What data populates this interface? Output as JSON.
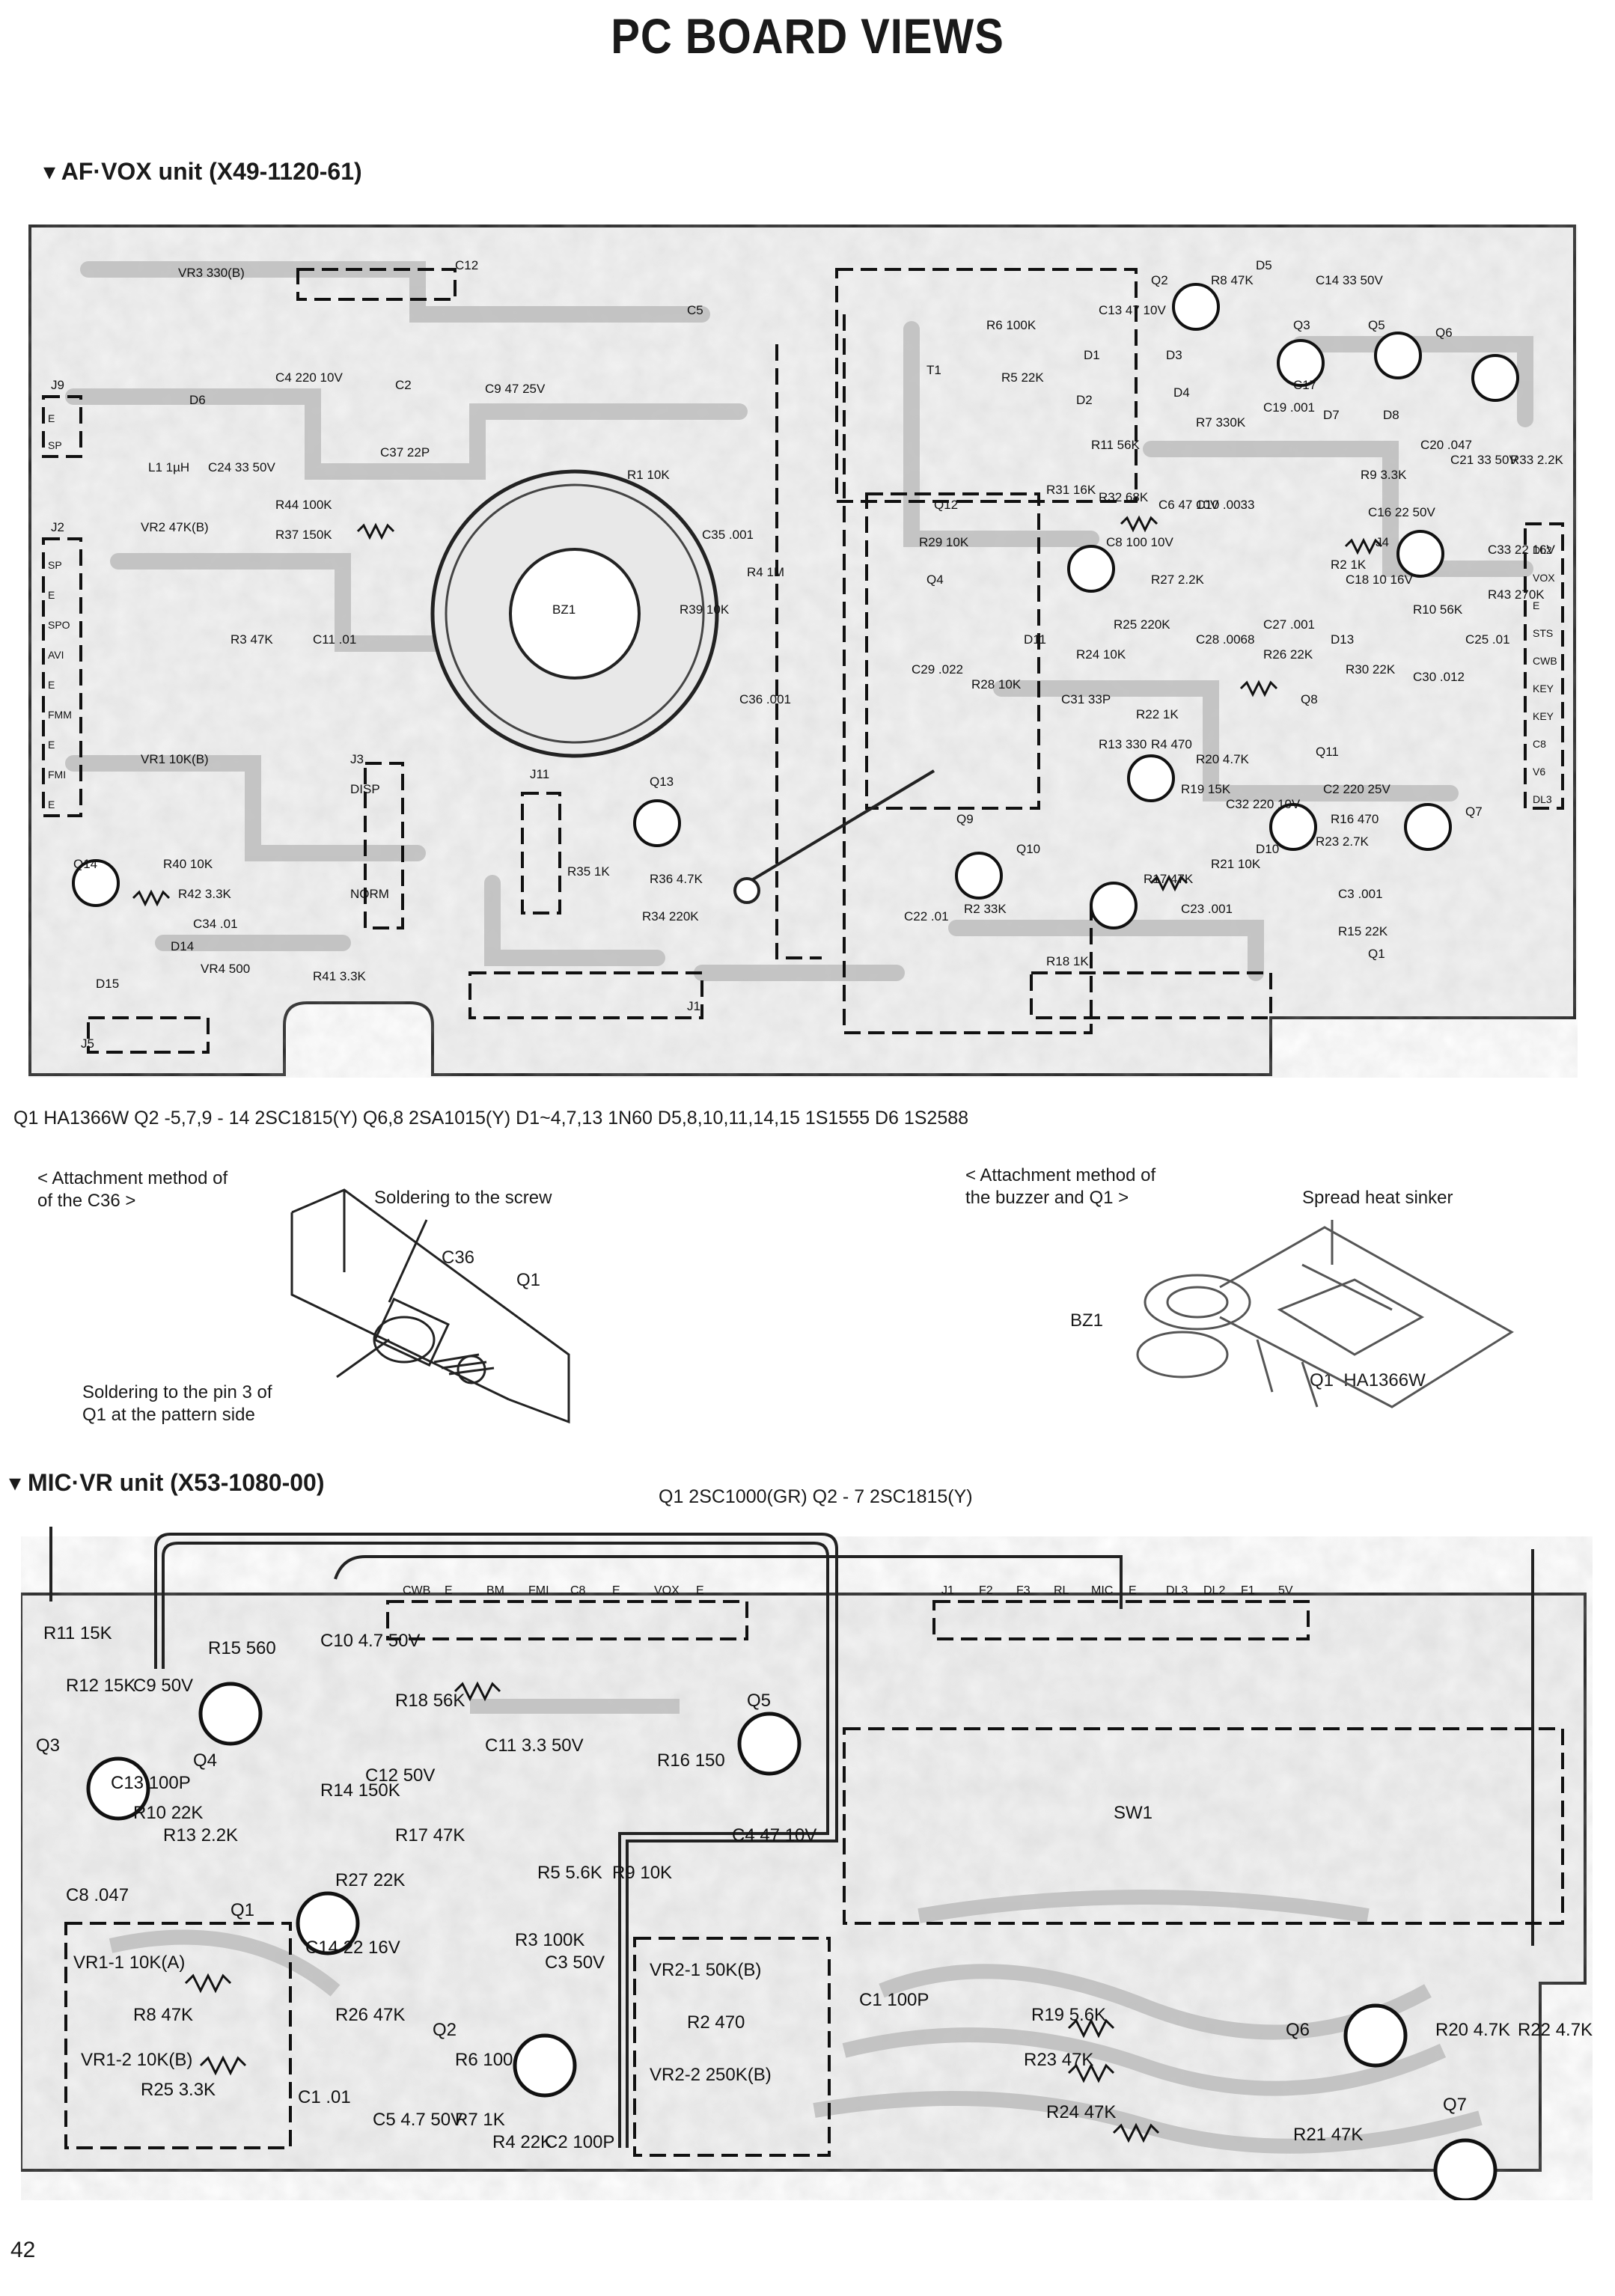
{
  "page_title": "PC BOARD VIEWS",
  "page_number": "42",
  "af_vox": {
    "heading": "▾ AF·VOX unit (X49-1120-61)",
    "parts_legend": "Q1 HA1366W   Q2 -5,7,9 - 14 2SC1815(Y)   Q6,8 2SA1015(Y)   D1~4,7,13 1N60   D5,8,10,11,14,15 1S1555   D6 1S2588",
    "attach_c36": {
      "title": "< Attachment method of\nof the C36 >",
      "solder_screw": "Soldering to the screw",
      "c36_label": "C36",
      "q1_label": "Q1",
      "solder_pin": "Soldering to the pin 3 of\nQ1 at the pattern side"
    },
    "attach_buzzer": {
      "title": "< Attachment method of\nthe buzzer and Q1 >",
      "heat_sinker": "Spread heat sinker",
      "bz1_label": "BZ1",
      "q1_label": "Q1  HA1366W"
    },
    "board_labels": [
      {
        "t": "VR3 330(B)"
      },
      {
        "t": "C4 220 10V"
      },
      {
        "t": "C2"
      },
      {
        "t": "C9 47 25V"
      },
      {
        "t": "C5"
      },
      {
        "t": "C12"
      },
      {
        "t": "J9"
      },
      {
        "t": "D6"
      },
      {
        "t": "C24 33 50V"
      },
      {
        "t": "L1 1µH"
      },
      {
        "t": "C37 22P"
      },
      {
        "t": "R44 100K"
      },
      {
        "t": "R37 150K"
      },
      {
        "t": "R1 10K"
      },
      {
        "t": "J2"
      },
      {
        "t": "VR2 47K(B)"
      },
      {
        "t": "R3 47K"
      },
      {
        "t": "C11 .01"
      },
      {
        "t": "VR1 10K(B)"
      },
      {
        "t": "BZ1"
      },
      {
        "t": "C35 .001"
      },
      {
        "t": "R4 1M"
      },
      {
        "t": "C36 .001"
      },
      {
        "t": "R39 10K"
      },
      {
        "t": "J3"
      },
      {
        "t": "DISP"
      },
      {
        "t": "NORM"
      },
      {
        "t": "J11"
      },
      {
        "t": "Q13"
      },
      {
        "t": "R35 1K"
      },
      {
        "t": "R36 4.7K"
      },
      {
        "t": "R34 220K"
      },
      {
        "t": "Q14"
      },
      {
        "t": "R40 10K"
      },
      {
        "t": "R42 3.3K"
      },
      {
        "t": "C34 .01"
      },
      {
        "t": "D14"
      },
      {
        "t": "VR4 500"
      },
      {
        "t": "D15"
      },
      {
        "t": "R41 3.3K"
      },
      {
        "t": "J1"
      },
      {
        "t": "J5"
      },
      {
        "t": "T1"
      },
      {
        "t": "R6 100K"
      },
      {
        "t": "R5 22K"
      },
      {
        "t": "C13 47 10V"
      },
      {
        "t": "Q2"
      },
      {
        "t": "R8 47K"
      },
      {
        "t": "D5"
      },
      {
        "t": "C14 33 50V"
      },
      {
        "t": "Q3"
      },
      {
        "t": "Q5"
      },
      {
        "t": "Q6"
      },
      {
        "t": "D1"
      },
      {
        "t": "D2"
      },
      {
        "t": "D3"
      },
      {
        "t": "D4"
      },
      {
        "t": "R7 330K"
      },
      {
        "t": "C19 .001"
      },
      {
        "t": "C17"
      },
      {
        "t": "D7"
      },
      {
        "t": "D8"
      },
      {
        "t": "C20 .047"
      },
      {
        "t": "C21 33 50V"
      },
      {
        "t": "R33 2.2K"
      },
      {
        "t": "R11 56K"
      },
      {
        "t": "R9 3.3K"
      },
      {
        "t": "C16 22 50V"
      },
      {
        "t": "J4"
      },
      {
        "t": "C33 22 16V"
      },
      {
        "t": "R43 270K"
      },
      {
        "t": "R31 16K"
      },
      {
        "t": "R32 68K"
      },
      {
        "t": "C6 47 10V"
      },
      {
        "t": "C10 .0033"
      },
      {
        "t": "Q12"
      },
      {
        "t": "R29 10K"
      },
      {
        "t": "C8 100 10V"
      },
      {
        "t": "Q4"
      },
      {
        "t": "R2 1K"
      },
      {
        "t": "C18 10 16V"
      },
      {
        "t": "R10 56K"
      },
      {
        "t": "C25 .01"
      },
      {
        "t": "R27 2.2K"
      },
      {
        "t": "R25 220K"
      },
      {
        "t": "C28 .0068"
      },
      {
        "t": "C27 .001"
      },
      {
        "t": "R26 22K"
      },
      {
        "t": "D13"
      },
      {
        "t": "R30 22K"
      },
      {
        "t": "C30 .012"
      },
      {
        "t": "C29 .022"
      },
      {
        "t": "R28 10K"
      },
      {
        "t": "D11"
      },
      {
        "t": "R24 10K"
      },
      {
        "t": "C31 33P"
      },
      {
        "t": "R22 1K"
      },
      {
        "t": "R4 470"
      },
      {
        "t": "Q8"
      },
      {
        "t": "R13 330"
      },
      {
        "t": "R20 4.7K"
      },
      {
        "t": "R19 15K"
      },
      {
        "t": "C32 220 10V"
      },
      {
        "t": "C2 220 25V"
      },
      {
        "t": "Q11"
      },
      {
        "t": "Q9"
      },
      {
        "t": "Q10"
      },
      {
        "t": "R16 470"
      },
      {
        "t": "Q7"
      },
      {
        "t": "R17 47K"
      },
      {
        "t": "R21 10K"
      },
      {
        "t": "D10"
      },
      {
        "t": "R23 2.7K"
      },
      {
        "t": "C3 .001"
      },
      {
        "t": "C22 .01"
      },
      {
        "t": "R2 33K"
      },
      {
        "t": "C23 .001"
      },
      {
        "t": "R15 22K"
      },
      {
        "t": "R18 1K"
      },
      {
        "t": "Q1"
      }
    ],
    "j2_pins": [
      "SP",
      "E",
      "SPO",
      "AVI",
      "E",
      "FMM",
      "E",
      "FMI",
      "E"
    ],
    "j4_pins": [
      "DL2",
      "VOX",
      "E",
      "STS",
      "CWB",
      "KEY",
      "KEY",
      "C8",
      "V6",
      "DL3"
    ],
    "j9_pins": [
      "E",
      "SP"
    ]
  },
  "mic_vr": {
    "heading": "▾ MIC·VR unit (X53-1080-00)",
    "parts_legend": "Q1 2SC1000(GR)   Q2 - 7 2SC1815(Y)",
    "connector_pins": [
      "CWB",
      "E",
      "BM",
      "FMI",
      "C8",
      "E",
      "VOX",
      "E"
    ],
    "j1_pins": [
      "J1",
      "F2",
      "F3",
      "RL",
      "MIC",
      "E",
      "DL3",
      "DL2",
      "F1",
      "5V"
    ],
    "labels": [
      {
        "t": "R11 15K"
      },
      {
        "t": "R12 15K"
      },
      {
        "t": "C9 50V"
      },
      {
        "t": "R15 560"
      },
      {
        "t": "C10 4.7 50V"
      },
      {
        "t": "Q3"
      },
      {
        "t": "C13 100P"
      },
      {
        "t": "R10 22K"
      },
      {
        "t": "Q4"
      },
      {
        "t": "R13 2.2K"
      },
      {
        "t": "R18 56K"
      },
      {
        "t": "C11 3.3 50V"
      },
      {
        "t": "Q5"
      },
      {
        "t": "R16 150"
      },
      {
        "t": "R14 150K"
      },
      {
        "t": "C12 50V"
      },
      {
        "t": "R17 47K"
      },
      {
        "t": "C4 47 10V"
      },
      {
        "t": "C8 .047"
      },
      {
        "t": "Q1"
      },
      {
        "t": "R27 22K"
      },
      {
        "t": "R5 5.6K"
      },
      {
        "t": "R9 10K"
      },
      {
        "t": "C14 22 16V"
      },
      {
        "t": "R3 100K"
      },
      {
        "t": "C3 50V"
      },
      {
        "t": "VR1-1 10K(A)"
      },
      {
        "t": "R8 47K"
      },
      {
        "t": "VR1-2 10K(B)"
      },
      {
        "t": "R25 3.3K"
      },
      {
        "t": "R26 47K"
      },
      {
        "t": "Q2"
      },
      {
        "t": "R6 100"
      },
      {
        "t": "C5 4.7 50V"
      },
      {
        "t": "R7 1K"
      },
      {
        "t": "R4 22K"
      },
      {
        "t": "C2 100P"
      },
      {
        "t": "C1 .01"
      },
      {
        "t": "SW1"
      },
      {
        "t": "VR2-1 50K(B)"
      },
      {
        "t": "R2 470"
      },
      {
        "t": "VR2-2 250K(B)"
      },
      {
        "t": "C1 100P"
      },
      {
        "t": "R19 5.6K"
      },
      {
        "t": "R23 47K"
      },
      {
        "t": "R24 47K"
      },
      {
        "t": "Q6"
      },
      {
        "t": "R20 4.7K"
      },
      {
        "t": "R22 4.7K"
      },
      {
        "t": "R21 47K"
      },
      {
        "t": "Q7"
      }
    ]
  }
}
